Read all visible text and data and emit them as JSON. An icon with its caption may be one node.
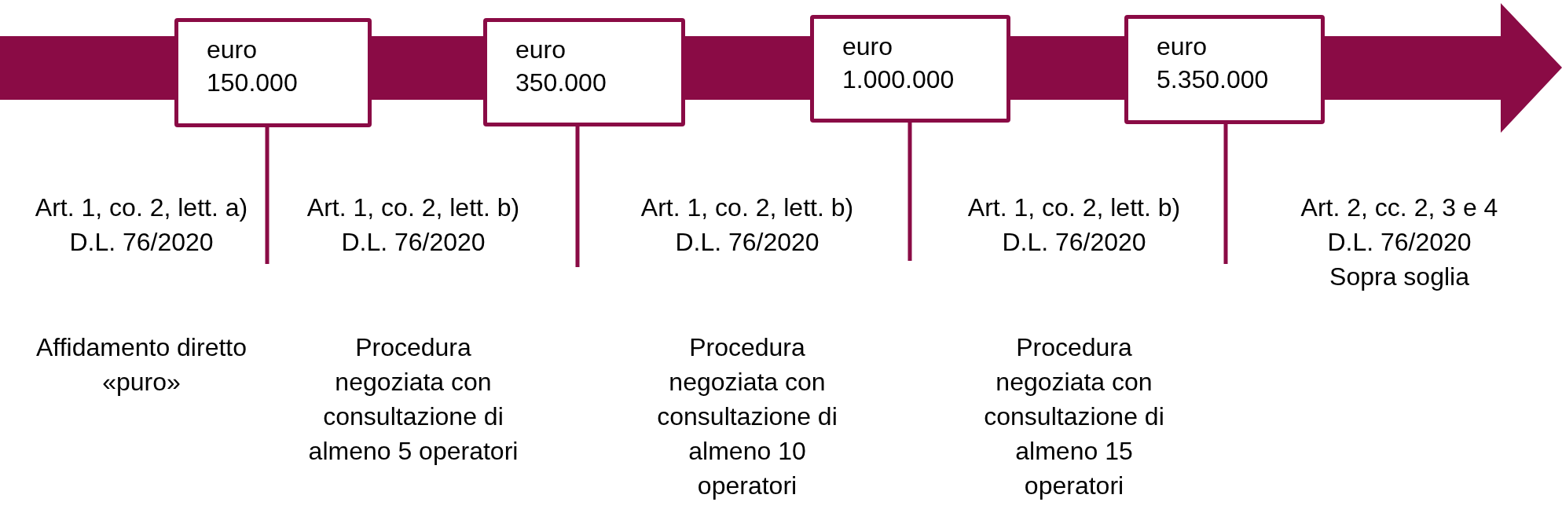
{
  "diagram": {
    "nodes": [
      {
        "text": [
          "euro",
          "150.000"
        ]
      },
      {
        "text": [
          "euro",
          "350.000"
        ]
      },
      {
        "text": [
          "euro",
          "1.000.000"
        ]
      },
      {
        "text": [
          "euro",
          "5.350.000"
        ]
      }
    ],
    "edges": [],
    "labels": [
      "Art. 1, co. 2, lett. a)",
      "Art. 1, co. 2, lett. b)",
      "Art. 1, co. 2, lett. b)",
      "Art. 1, co. 2, lett. b)",
      "Art. 2, cc. 2, 3 e 4",
      "D.L. 76/2020",
      "D.L. 76/2020",
      "D.L. 76/2020",
      "D.L. 76/2020",
      "D.L. 76/2020",
      "Sopra soglia",
      "Affidamento diretto «puro»",
      "Procedura negoziata con consultazione di almeno 5 operatori",
      "Procedura negoziata con consultazione di almeno 10 operatori",
      "Procedura negoziata con consultazione di almeno 15 operatori"
    ]
  }
}
